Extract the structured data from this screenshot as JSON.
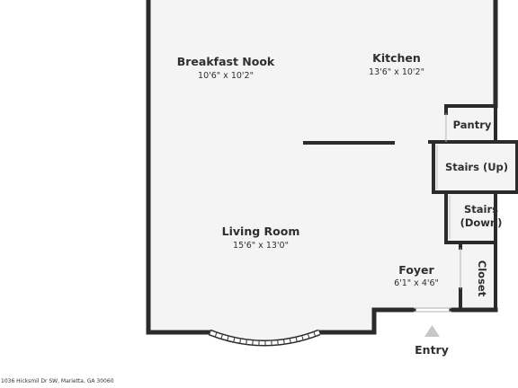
{
  "plan": {
    "rooms": {
      "breakfast_nook": {
        "name": "Breakfast Nook",
        "dims": "10'6\" x 10'2\""
      },
      "kitchen": {
        "name": "Kitchen",
        "dims": "13'6\" x 10'2\""
      },
      "living_room": {
        "name": "Living Room",
        "dims": "15'6\" x 13'0\""
      },
      "foyer": {
        "name": "Foyer",
        "dims": "6'1\" x 4'6\""
      },
      "pantry": {
        "name": "Pantry"
      },
      "stairs_up": {
        "name": "Stairs (Up)"
      },
      "stairs_down": {
        "line1": "Stairs",
        "line2": "(Down)"
      },
      "closet": {
        "name": "Closet"
      }
    },
    "entry_label": "Entry",
    "address": "1036 Hicksmil Dr SW, Marietta, GA 30060",
    "colors": {
      "wall": "#2b2b2b",
      "floor": "#f4f4f4",
      "window": "#9a9a9a",
      "arrow": "#c7c7c7"
    }
  }
}
